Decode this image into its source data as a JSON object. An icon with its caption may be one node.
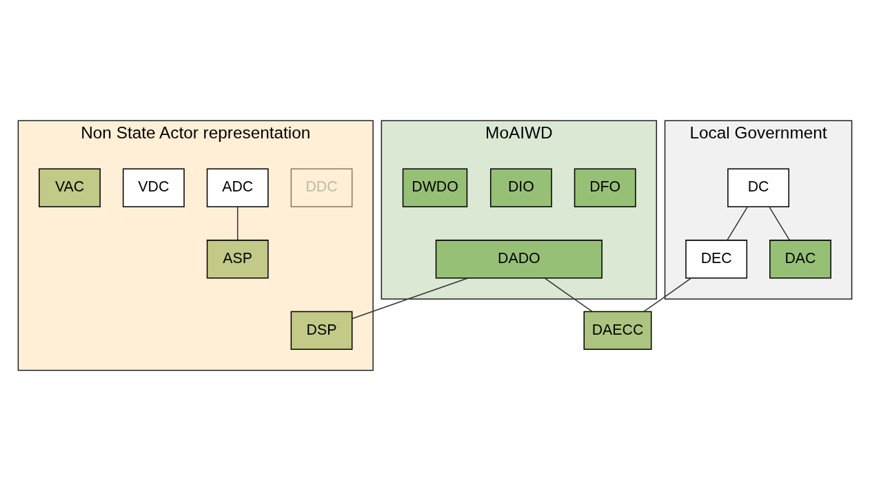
{
  "diagram": {
    "nodes": [
      {
        "text": [
          "MoAIWD"
        ]
      },
      {
        "text": [
          "DADO"
        ],
        "in": 0
      },
      {
        "text": [
          "DFO"
        ],
        "in": 0
      },
      {
        "text": [
          "DIO"
        ],
        "in": 0
      },
      {
        "text": [
          "DWDO"
        ],
        "in": 0
      },
      {
        "text": [
          "Non State Actor representation"
        ]
      },
      {
        "text": [
          "DDC"
        ],
        "in": 5
      },
      {
        "text": [
          "DSP"
        ],
        "in": 5
      },
      {
        "text": [
          "ADC"
        ],
        "in": 5
      },
      {
        "text": [
          "ASP"
        ],
        "in": 5
      },
      {
        "text": [
          "VDC"
        ],
        "in": 5
      },
      {
        "text": [
          "VAC"
        ],
        "in": 5
      },
      {
        "text": [
          "DAECC"
        ]
      },
      {
        "text": [
          "Local Government"
        ]
      },
      {
        "text": [
          "DC"
        ],
        "in": 13
      },
      {
        "text": [
          "DEC"
        ],
        "in": 13
      },
      {
        "text": [
          "DAC"
        ],
        "in": 13
      }
    ],
    "edges": [
      {
        "from": 1,
        "to": 12,
        "arrow": "none"
      },
      {
        "from": 1,
        "to": 7,
        "arrow": "none"
      },
      {
        "from": 14,
        "to": 15,
        "arrow": "none"
      },
      {
        "from": 14,
        "to": 16,
        "arrow": "none"
      },
      {
        "from": 15,
        "to": 12,
        "arrow": "none"
      },
      {
        "from": 8,
        "to": 9,
        "arrow": "none"
      }
    ]
  }
}
